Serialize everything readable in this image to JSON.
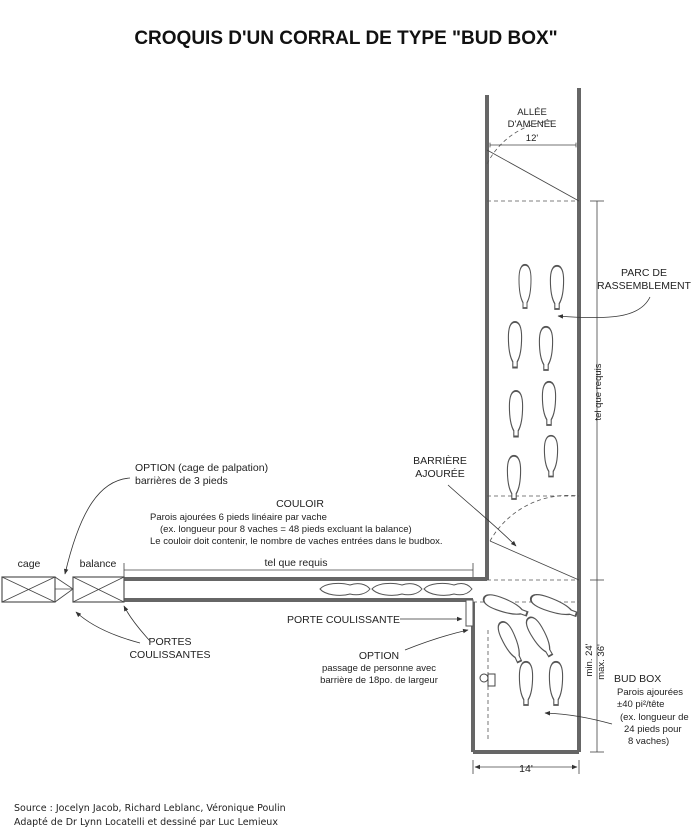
{
  "title": "CROQUIS D'UN CORRAL DE TYPE \"BUD BOX\"",
  "labels": {
    "allee_line1": "ALLÉE",
    "allee_line2": "D'AMENÉE",
    "allee_width": "12'",
    "parc_line1": "PARC DE",
    "parc_line2": "RASSEMBLEMENT",
    "tel_que_requis_vertical": "tel que requis",
    "barriere_line1": "BARRIÈRE",
    "barriere_line2": "AJOURÉE",
    "option_cage_line1": "OPTION (cage de palpation)",
    "option_cage_line2": "barrières de 3 pieds",
    "couloir_title": "COULOIR",
    "couloir_line1": "Parois ajourées 6 pieds linéaire par vache",
    "couloir_line2": "(ex. longueur pour 8 vaches = 48 pieds excluant la balance)",
    "couloir_line3": "Le couloir doit contenir, le nombre de vaches entrées dans le budbox.",
    "cage": "cage",
    "balance": "balance",
    "tel_que_requis_horizontal": "tel que requis",
    "porte_coulissante": "PORTE COULISSANTE",
    "portes_line1": "PORTES",
    "portes_line2": "COULISSANTES",
    "option_title": "OPTION",
    "option_line1": "passage de personne avec",
    "option_line2": "barrière de 18po. de largeur",
    "min_label": "min. 24'",
    "max_label": "max. 36'",
    "budbox_title": "BUD BOX",
    "budbox_line1": "Parois ajourées",
    "budbox_line2": "±40 pi²/tête",
    "budbox_line3": "(ex. longueur de",
    "budbox_line4": "24 pieds pour",
    "budbox_line5": "8 vaches)",
    "budbox_width": "14'"
  },
  "source_line1": "Source : Jocelyn Jacob, Richard Leblanc, Véronique Poulin",
  "source_line2": "Adapté de Dr Lynn Locatelli et dessiné par Luc Lemieux"
}
